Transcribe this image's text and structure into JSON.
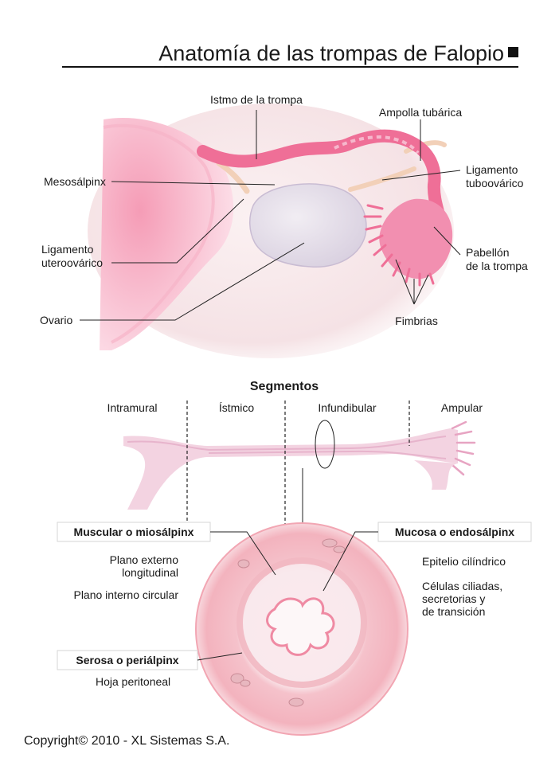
{
  "title": "Anatomía de las trompas de Falopio",
  "top_labels": {
    "istmo": "Istmo de la trompa",
    "ampolla": "Ampolla tubárica",
    "mesosalpinx": "Mesosálpinx",
    "lig_tubo_1": "Ligamento",
    "lig_tubo_2": "tuboovárico",
    "lig_utero_1": "Ligamento",
    "lig_utero_2": "uteroovárico",
    "pabellon_1": "Pabellón",
    "pabellon_2": "de la trompa",
    "ovario": "Ovario",
    "fimbrias": "Fimbrias"
  },
  "segments": {
    "heading": "Segmentos",
    "intramural": "Intramural",
    "istmico": "Ístmico",
    "infundibular": "Infundibular",
    "ampular": "Ampular"
  },
  "layers": {
    "muscular": "Muscular o miosálpinx",
    "plano_ext_1": "Plano externo",
    "plano_ext_2": "longitudinal",
    "plano_int": "Plano interno circular",
    "mucosa": "Mucosa o endosálpinx",
    "epitelio": "Epitelio cilíndrico",
    "celulas_1": "Células ciliadas,",
    "celulas_2": "secretorias y",
    "celulas_3": "de transición",
    "serosa": "Serosa o periálpinx",
    "hoja": "Hoja peritoneal"
  },
  "copyright": "Copyright© 2010 - XL Sistemas S.A.",
  "colors": {
    "tube": "#ef6f97",
    "tube_light": "#f6b7cc",
    "tissue": "#f7e6e9",
    "ovary": "#e4dde9",
    "tube_pale": "#e7b4cc",
    "section_ring": "#f2a6b3"
  }
}
